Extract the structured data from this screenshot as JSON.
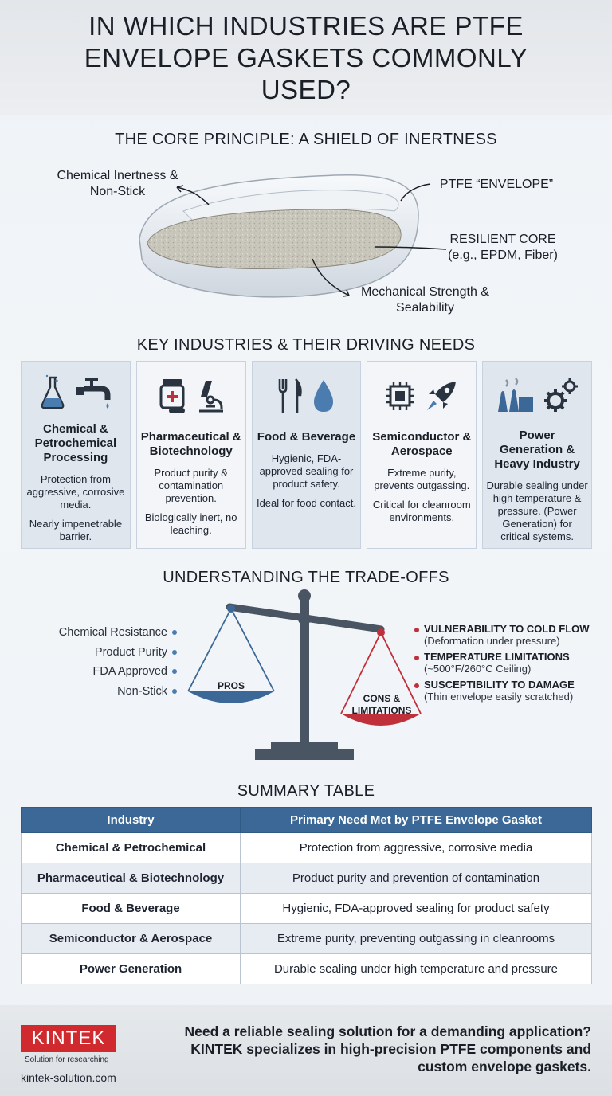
{
  "header": {
    "title": "IN WHICH INDUSTRIES ARE PTFE ENVELOPE GASKETS COMMONLY USED?"
  },
  "core": {
    "title": "THE CORE PRINCIPLE: A SHIELD OF INERTNESS",
    "callouts": {
      "inertness": "Chemical Inertness & Non-Stick",
      "envelope": "PTFE “ENVELOPE”",
      "core": "RESILIENT CORE (e.g., EPDM, Fiber)",
      "strength": "Mechanical Strength & Sealability"
    }
  },
  "industries": {
    "title": "KEY INDUSTRIES & THEIR DRIVING NEEDS",
    "cards": [
      {
        "name": "Chemical & Petrochemical Processing",
        "d1": "Protection from aggressive, corrosive media.",
        "d2": "Nearly impenetrable barrier.",
        "icons": [
          "flask-icon",
          "faucet-icon"
        ]
      },
      {
        "name": "Pharmaceutical & Biotechnology",
        "d1": "Product purity & contamination prevention.",
        "d2": "Biologically inert, no leaching.",
        "icons": [
          "medicine-bottle-icon",
          "microscope-icon"
        ]
      },
      {
        "name": "Food & Beverage",
        "d1": "Hygienic, FDA-approved sealing for product safety.",
        "d2": "Ideal for food contact.",
        "icons": [
          "fork-knife-icon",
          "droplet-icon"
        ]
      },
      {
        "name": "Semiconductor & Aerospace",
        "d1": "Extreme purity, prevents outgassing.",
        "d2": "Critical for cleanroom environments.",
        "icons": [
          "chip-icon",
          "rocket-icon"
        ]
      },
      {
        "name": "Power Generation & Heavy Industry",
        "d1": "Durable sealing under high temperature & pressure. (Power Generation) for critical systems.",
        "d2": "",
        "icons": [
          "power-plant-icon",
          "gears-icon"
        ]
      }
    ]
  },
  "tradeoffs": {
    "title": "UNDERSTANDING THE TRADE-OFFS",
    "pros_label": "PROS",
    "cons_label": "CONS & LIMITATIONS",
    "pros": [
      "Chemical Resistance",
      "Product Purity",
      "FDA Approved",
      "Non-Stick"
    ],
    "cons": [
      {
        "title": "VULNERABILITY TO COLD FLOW",
        "sub": "(Deformation under pressure)"
      },
      {
        "title": "TEMPERATURE LIMITATIONS",
        "sub": "(~500°F/260°C Ceiling)"
      },
      {
        "title": "SUSCEPTIBILITY TO DAMAGE",
        "sub": "(Thin envelope easily scratched)"
      }
    ]
  },
  "summary": {
    "title": "SUMMARY TABLE",
    "headers": [
      "Industry",
      "Primary Need Met by PTFE Envelope Gasket"
    ],
    "rows": [
      [
        "Chemical & Petrochemical",
        "Protection from aggressive, corrosive media"
      ],
      [
        "Pharmaceutical & Biotechnology",
        "Product purity and prevention of contamination"
      ],
      [
        "Food & Beverage",
        "Hygienic, FDA-approved sealing for product safety"
      ],
      [
        "Semiconductor & Aerospace",
        "Extreme purity, preventing outgassing in cleanrooms"
      ],
      [
        "Power Generation",
        "Durable sealing under high temperature and pressure"
      ]
    ]
  },
  "footer": {
    "logo": "KINTEK",
    "tagline": "Solution for researching",
    "site": "kintek-solution.com",
    "cta": "Need a reliable sealing solution for a demanding application? KINTEK specializes in high-precision PTFE components and custom envelope gaskets."
  },
  "colors": {
    "accent_blue": "#3b6896",
    "accent_red": "#c0303a",
    "brand_red": "#d02a2e"
  }
}
